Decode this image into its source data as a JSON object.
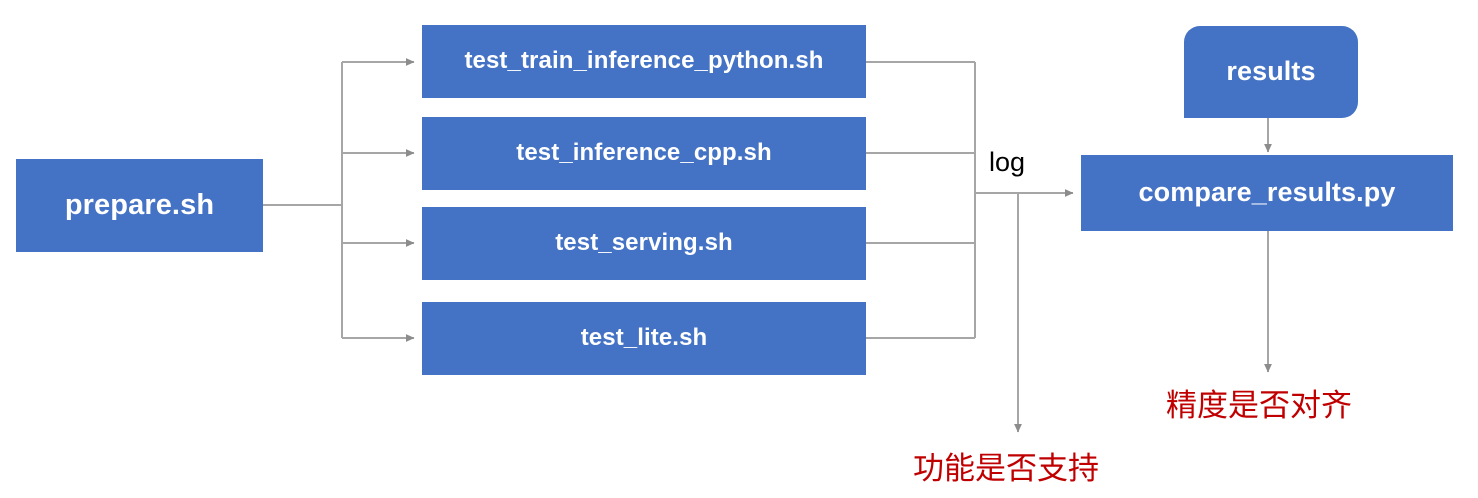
{
  "diagram": {
    "title": "PaddlePaddle TIPC test pipeline flowchart",
    "colors": {
      "node_fill": "#4472c4",
      "node_text": "#ffffff",
      "connector": "#a6a6a6",
      "note_text": "#c00000",
      "background": "#ffffff"
    },
    "entry": {
      "label": "prepare.sh"
    },
    "tests": [
      {
        "label": "test_train_inference_python.sh"
      },
      {
        "label": "test_inference_cpp.sh"
      },
      {
        "label": "test_serving.sh"
      },
      {
        "label": "test_lite.sh"
      }
    ],
    "edge_labels": {
      "log": "log"
    },
    "results_node": {
      "label": "results"
    },
    "compare_node": {
      "label": "compare_results.py"
    },
    "notes": [
      {
        "label": "功能是否支持"
      },
      {
        "label": "精度是否对齐"
      }
    ]
  }
}
